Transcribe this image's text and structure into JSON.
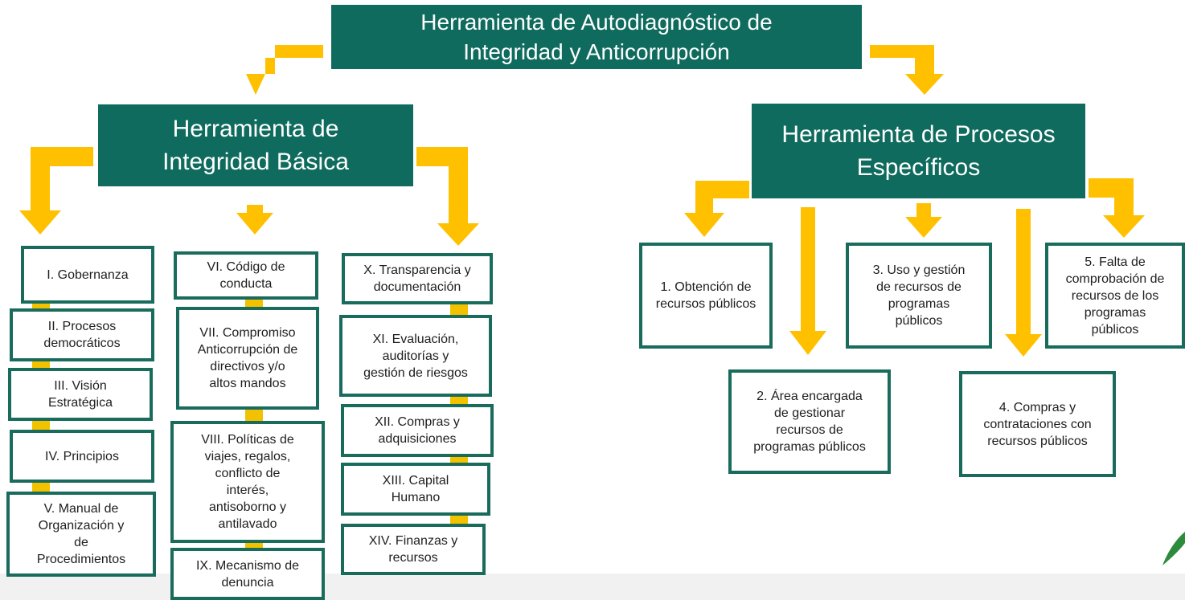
{
  "colors": {
    "header_fill": "#0f6b5d",
    "box_border": "#196b5c",
    "arrow": "#ffc000",
    "connector": "#f2c200"
  },
  "diagram": {
    "root_title": "Herramienta de Autodiagnóstico de\nIntegridad y Anticorrupción",
    "left_branch": {
      "title": "Herramienta de\nIntegridad Básica",
      "column1": [
        "I. Gobernanza",
        "II. Procesos\ndemocráticos",
        "III. Visión\nEstratégica",
        "IV. Principios",
        "V. Manual de\nOrganización y\nde\nProcedimientos"
      ],
      "column2": [
        "VI. Código de\nconducta",
        "VII. Compromiso\nAnticorrupción de\ndirectivos y/o\naltos mandos",
        "VIII. Políticas de\nviajes, regalos,\nconflicto de\ninterés,\nantisoborno y\nantilavado",
        "IX. Mecanismo de\ndenuncia"
      ],
      "column3": [
        "X. Transparencia y\ndocumentación",
        "XI. Evaluación,\nauditorías y\ngestión de riesgos",
        "XII. Compras y\nadquisiciones",
        "XIII. Capital\nHumano",
        "XIV. Finanzas y\nrecursos"
      ]
    },
    "right_branch": {
      "title": "Herramienta de Procesos\nEspecíficos",
      "items": [
        "1. Obtención de\nrecursos públicos",
        "2. Área encargada\nde gestionar\nrecursos de\nprogramas públicos",
        "3. Uso y gestión\nde recursos de\nprogramas\npúblicos",
        "4. Compras y\ncontrataciones con\nrecursos públicos",
        "5. Falta de\ncomprobación de\nrecursos de los\nprogramas\npúblicos"
      ]
    }
  }
}
